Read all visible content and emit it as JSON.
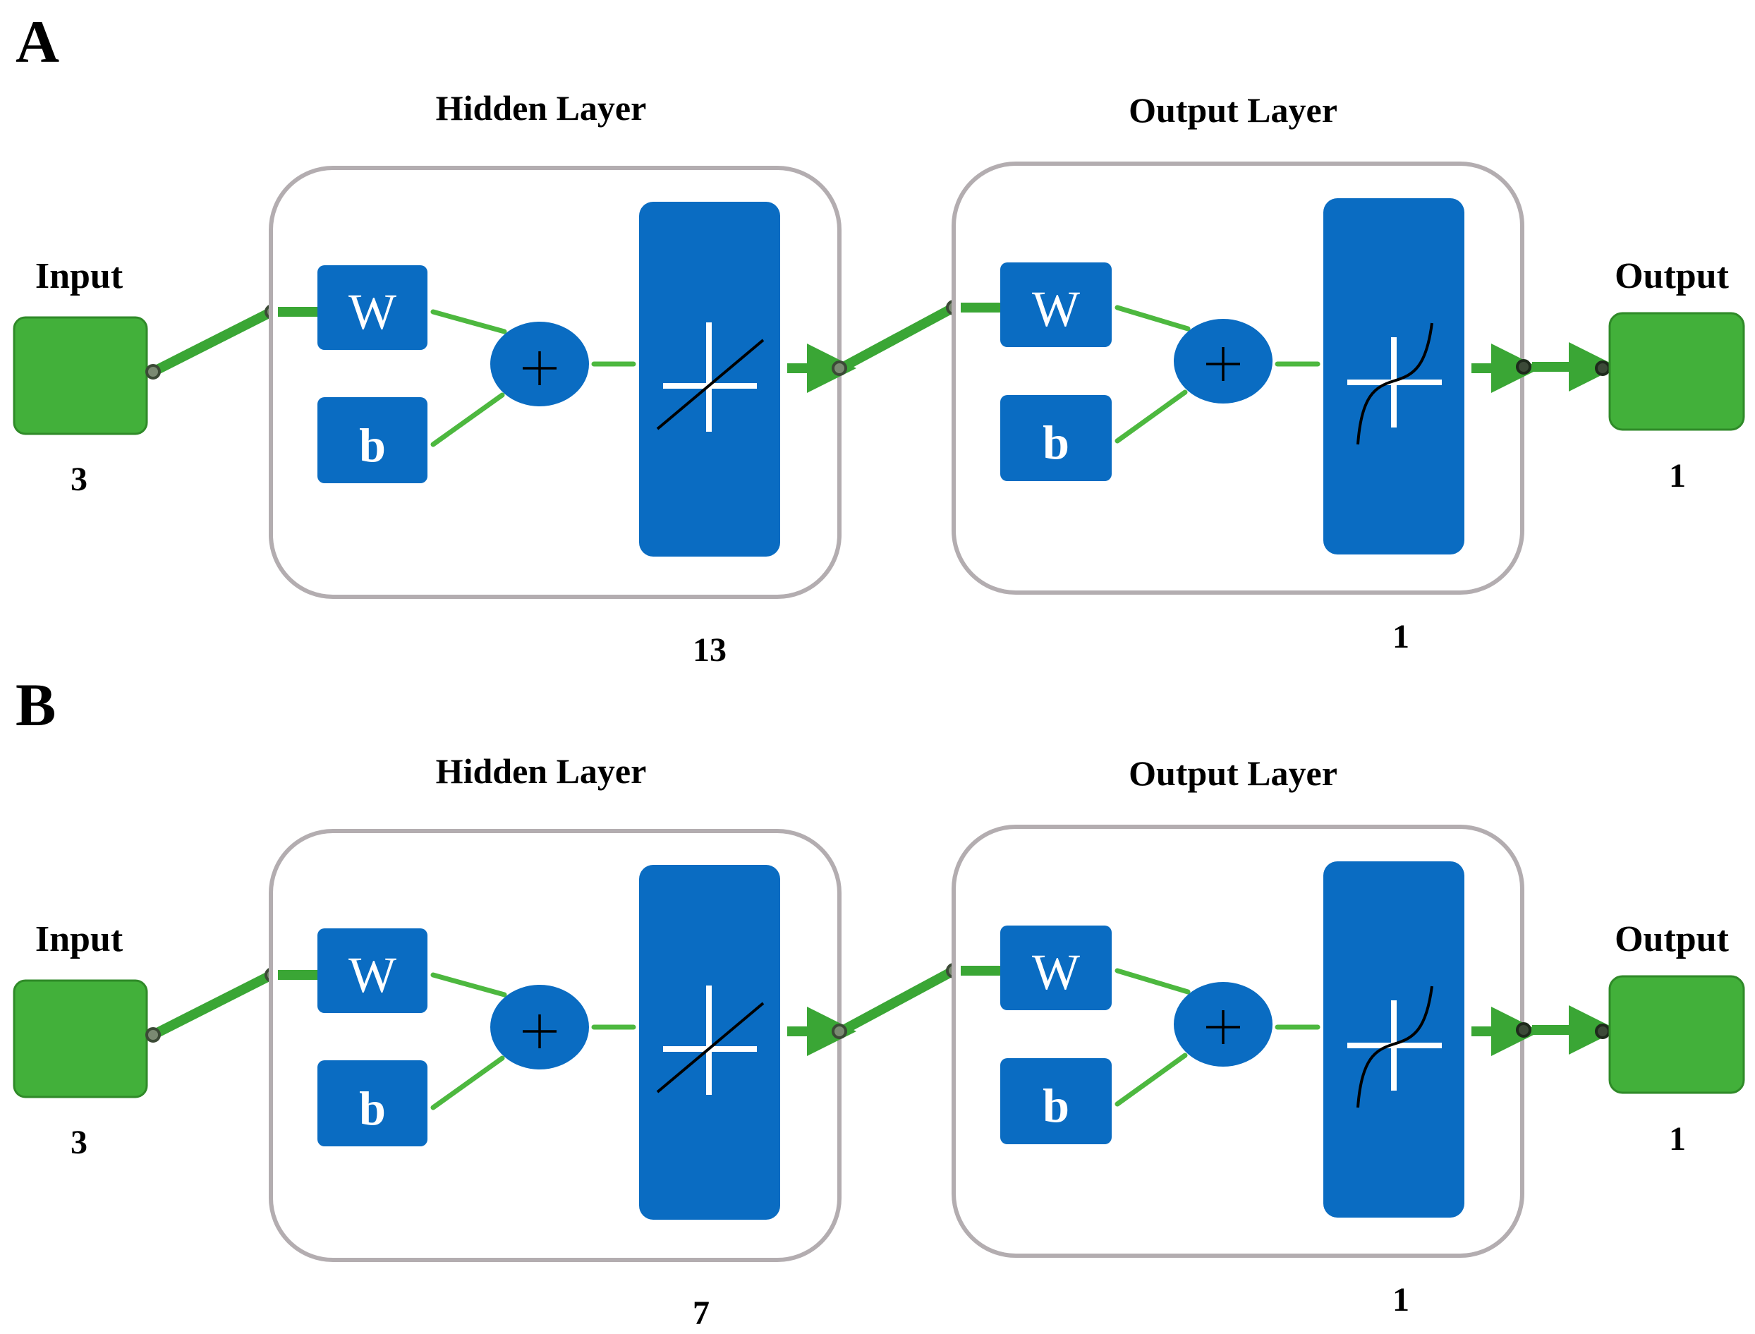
{
  "panels": [
    {
      "letter": "A",
      "hidden_title": "Hidden Layer",
      "output_title": "Output Layer",
      "input_label": "Input",
      "output_label": "Output",
      "input_count": "3",
      "hidden_count": "13",
      "output_layer_count": "1",
      "output_count": "1",
      "weight_symbol": "W",
      "bias_symbol": "b",
      "hidden_transfer_icon": "linear-transfer-icon",
      "output_transfer_icon": "sigmoid-transfer-icon"
    },
    {
      "letter": "B",
      "hidden_title": "Hidden Layer",
      "output_title": "Output Layer",
      "input_label": "Input",
      "output_label": "Output",
      "input_count": "3",
      "hidden_count": "7",
      "output_layer_count": "1",
      "output_count": "1",
      "weight_symbol": "W",
      "bias_symbol": "b",
      "hidden_transfer_icon": "linear-transfer-icon",
      "output_transfer_icon": "sigmoid-transfer-icon"
    }
  ],
  "colors": {
    "block_blue": "#0a6cc2",
    "io_green": "#42b03a",
    "wire_green": "#4db83f",
    "layer_border": "#b3adb0"
  }
}
